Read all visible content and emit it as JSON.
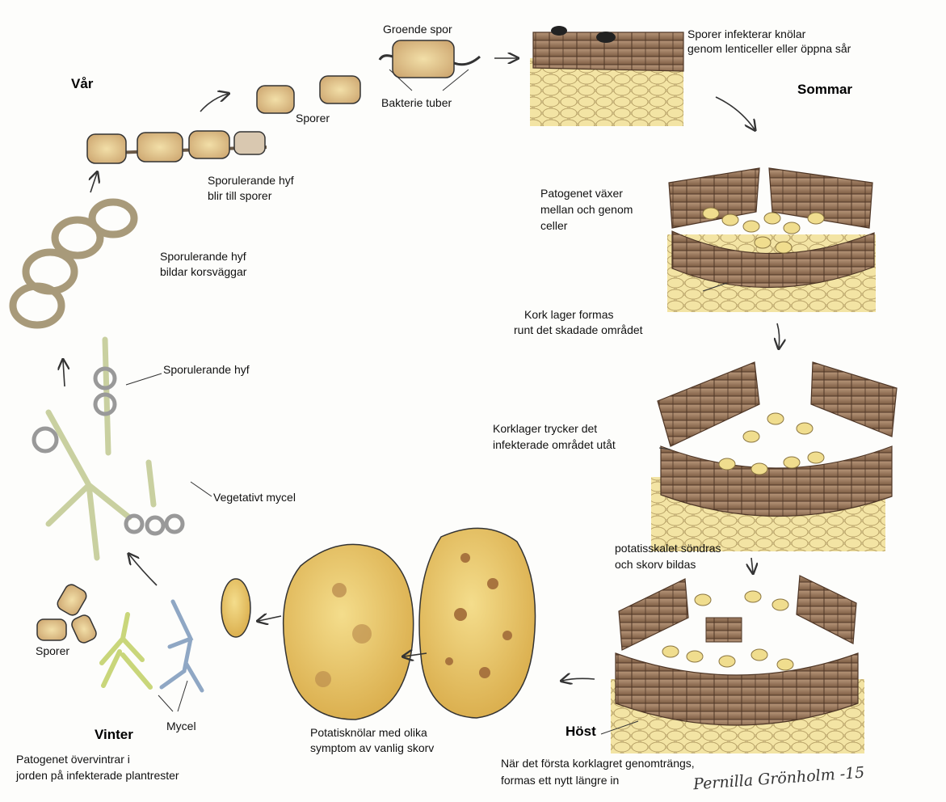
{
  "seasons": {
    "spring": "Vår",
    "summer": "Sommar",
    "autumn": "Höst",
    "winter": "Vinter"
  },
  "labels": {
    "germinating_spore": "Groende spor",
    "bacteria_tuber": "Bakterie tuber",
    "spores_spring": "Sporer",
    "infect_line1": "Sporer infekterar knölar",
    "infect_line2": "genom lenticeller eller öppna sår",
    "sporulating_to_spores_line1": "Sporulerande hyf",
    "sporulating_to_spores_line2": "blir till sporer",
    "crosswalls_line1": "Sporulerande hyf",
    "crosswalls_line2": "bildar korsväggar",
    "sporulating_hyph": "Sporulerande hyf",
    "vegetative": "Vegetativt mycel",
    "pathogen_grows_line1": "Patogenet växer",
    "pathogen_grows_line2": "mellan och genom",
    "pathogen_grows_line3": "celler",
    "cork_forms_line1": "Kork lager formas",
    "cork_forms_line2": "runt det skadade området",
    "cork_pushes_line1": "Korklager trycker det",
    "cork_pushes_line2": "infekterade området utåt",
    "peel_breaks_line1": "potatisskalet söndras",
    "peel_breaks_line2": "och skorv bildas",
    "tubers_line1": "Potatisknölar med olika",
    "tubers_line2": "symptom av vanlig skorv",
    "spores_winter": "Sporer",
    "mycel": "Mycel",
    "winter_note_line1": "Patogenet övervintrar i",
    "winter_note_line2": "jorden på infekterade plantrester",
    "autumn_note_line1": "När det första korklagret genomträngs,",
    "autumn_note_line2": "formas ett nytt längre in",
    "signature": "Pernilla Grönholm -15"
  },
  "colors": {
    "spore_fill": "#e8c98a",
    "potato_fill": "#e6bf62",
    "potato_spot": "#a8743e",
    "cork": "#9c7a5c",
    "cork_dark": "#5e4330",
    "cell_fill": "#f3e4a4",
    "hypha_fill": "#d9ccb5",
    "mycel_green": "#c9d67a",
    "mycel_blue": "#8fa7c4",
    "ink": "#333333"
  }
}
